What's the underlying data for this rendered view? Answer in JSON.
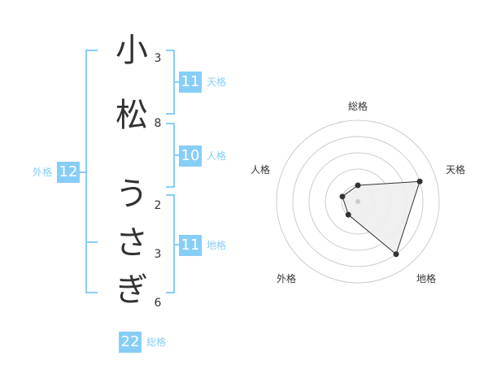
{
  "name": {
    "characters": [
      {
        "char": "小",
        "strokes": "3"
      },
      {
        "char": "松",
        "strokes": "8"
      },
      {
        "char": "う",
        "strokes": "2"
      },
      {
        "char": "さ",
        "strokes": "3"
      },
      {
        "char": "ぎ",
        "strokes": "6"
      }
    ]
  },
  "kakusu": {
    "tenkaku": {
      "value": "11",
      "label": "天格"
    },
    "jinkaku": {
      "value": "10",
      "label": "人格"
    },
    "chikaku": {
      "value": "11",
      "label": "地格"
    },
    "gaikaku": {
      "value": "12",
      "label": "外格"
    },
    "soukaku": {
      "value": "22",
      "label": "総格"
    }
  },
  "radar": {
    "axes": [
      "総格",
      "天格",
      "地格",
      "外格",
      "人格"
    ],
    "values": [
      1,
      4,
      4,
      1,
      1
    ],
    "max": 5
  },
  "colors": {
    "accent": "#87cef7",
    "text": "#333333",
    "grid": "#cccccc",
    "fill": "#eeeeee"
  }
}
